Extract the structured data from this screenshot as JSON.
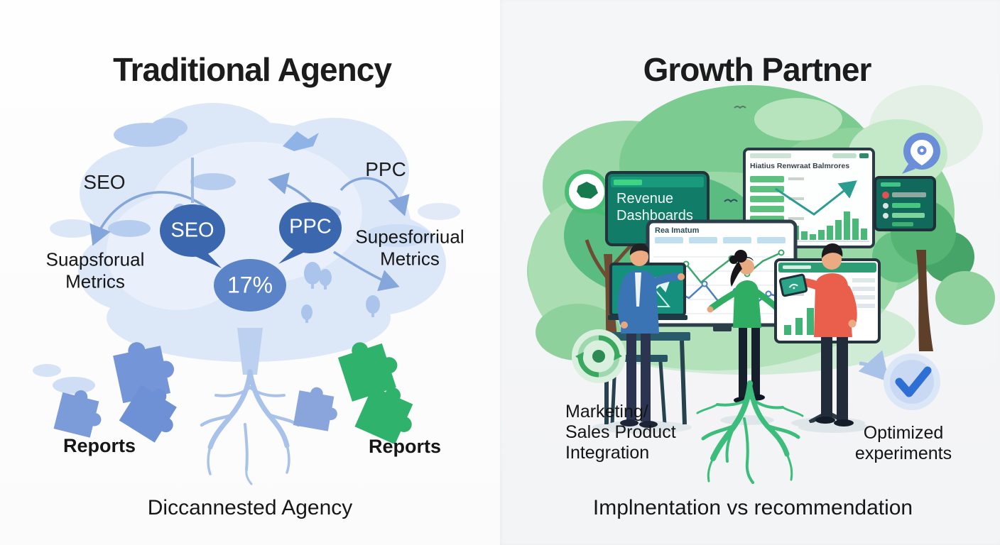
{
  "left_panel": {
    "title": "Traditional Agency",
    "seo_label": "SEO",
    "ppc_label": "PPC",
    "seo_bubble": "SEO",
    "ppc_bubble": "PPC",
    "percent_bubble": "17%",
    "metrics_left_line1": "Suapsforual",
    "metrics_left_line2": "Metrics",
    "metrics_right_line1": "Supesforriual",
    "metrics_right_line2": "Metrics",
    "reports_left": "Reports",
    "reports_right": "Reports",
    "caption": "Diccannested Agency"
  },
  "right_panel": {
    "title": "Growth Partner",
    "revenue_line1": "Revenue",
    "revenue_line2": "Dashboards",
    "dashboard_top_title": "Hiatius Renwraat Balmrores",
    "dashboard_mid_title": "Rea Imatum",
    "integration_line1": "Marketing/",
    "integration_line2": "Sales Product",
    "integration_line3": "Integration",
    "optimized_line1": "Optimized",
    "optimized_line2": "experiments",
    "caption": "Implnentation vs recommendation"
  },
  "colors": {
    "speech_bubble_blue": "#3a67ae",
    "percent_blue": "#5b83c7",
    "cloud_blue": "#dce7f8",
    "arrow_blue": "#84a6da",
    "puzzle_blue": "#7495d7",
    "puzzle_green": "#2fb26b",
    "teal_screen": "#117d68",
    "growth_green": "#3cbd7c",
    "check_blue": "#2e6fd3",
    "pin_badge_blue": "#6b8ed8",
    "coral_shirt": "#ea5f4c",
    "jacket_blue": "#3a74b5"
  }
}
